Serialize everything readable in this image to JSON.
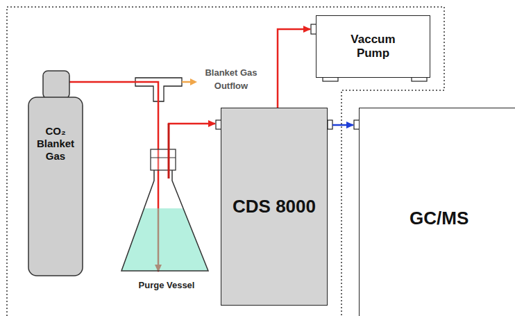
{
  "diagram": {
    "nodes": [
      {
        "text": [
          "CO₂ Blanket Gas"
        ]
      },
      {
        "text": [
          "Purge Vessel"
        ]
      },
      {
        "text": [
          "CDS 8000"
        ]
      },
      {
        "text": [
          "Vaccum Pump"
        ]
      },
      {
        "text": [
          "GC/MS"
        ]
      }
    ],
    "edges": [
      {
        "from": 0,
        "to": 1,
        "arrow": "to"
      },
      {
        "from": 1,
        "to": 2,
        "arrow": "to"
      },
      {
        "from": 2,
        "to": 3,
        "arrow": "to"
      },
      {
        "from": 2,
        "to": 4,
        "arrow": "to"
      }
    ],
    "labels": [
      "Blanket Gas Outflow"
    ]
  }
}
